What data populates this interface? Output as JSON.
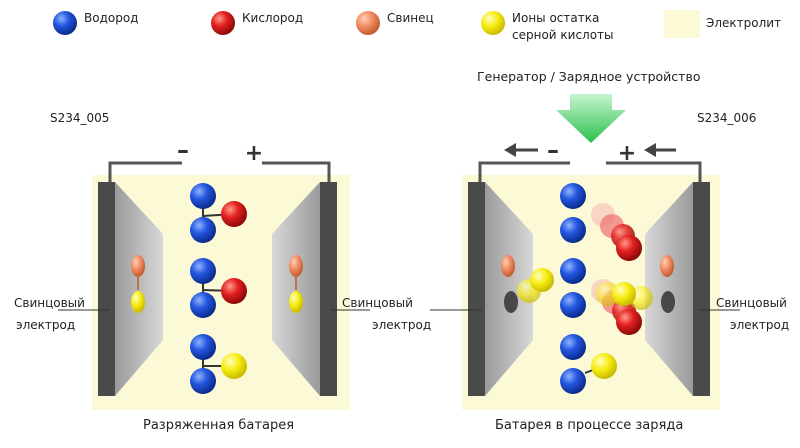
{
  "legend": {
    "hydrogen": "Водород",
    "oxygen": "Кислород",
    "lead": "Свинец",
    "sulfate_ions_line1": "Ионы остатка",
    "sulfate_ions_line2": "серной кислоты",
    "electrolyte": "Электролит"
  },
  "colors": {
    "hydrogen": "#1e4fd6",
    "oxygen": "#e02020",
    "lead": "#f08a60",
    "sulfate": "#f5ea10",
    "electrolyte": "#fbf9d6",
    "electrode": "#4a4a4a"
  },
  "left_battery": {
    "code": "S234_005",
    "minus": "–",
    "plus": "+",
    "electrode_left_label_line1": "Свинцовый",
    "electrode_left_label_line2": "электрод",
    "electrode_right_label_line1": "Свинцовый",
    "electrode_right_label_line2": "электрод",
    "caption": "Разряженная батарея"
  },
  "right_battery": {
    "code": "S234_006",
    "generator_label": "Генератор / Зарядное устройство",
    "minus": "–",
    "plus": "+",
    "electrode_left_label_line1": "Свинцовый",
    "electrode_left_label_line2": "электрод",
    "electrode_right_label_line1": "Свинцовый",
    "electrode_right_label_line2": "электрод",
    "caption": "Батарея в процессе заряда"
  }
}
